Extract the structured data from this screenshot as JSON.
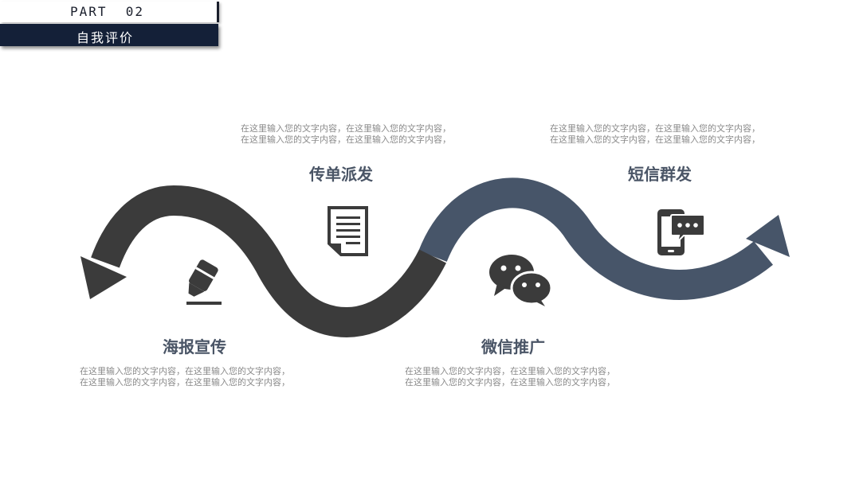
{
  "header": {
    "part": "PART  02",
    "title": "自我评价"
  },
  "colors": {
    "dark_arrow": "#3b3b3b",
    "blue_arrow": "#475569",
    "header_bg": "#142038",
    "title_text": "#4a5566",
    "desc_text": "#8a8a8a"
  },
  "steps": [
    {
      "title": "海报宣传",
      "desc_line1": "在这里输入您的文字内容，在这里输入您的文字内容，",
      "desc_line2": "在这里输入您的文字内容，在这里输入您的文字内容，",
      "icon": "marker-icon"
    },
    {
      "title": "传单派发",
      "desc_line1": "在这里输入您的文字内容，在这里输入您的文字内容，",
      "desc_line2": "在这里输入您的文字内容，在这里输入您的文字内容，",
      "icon": "document-icon"
    },
    {
      "title": "微信推广",
      "desc_line1": "在这里输入您的文字内容，在这里输入您的文字内容，",
      "desc_line2": "在这里输入您的文字内容，在这里输入您的文字内容，",
      "icon": "wechat-icon"
    },
    {
      "title": "短信群发",
      "desc_line1": "在这里输入您的文字内容，在这里输入您的文字内容，",
      "desc_line2": "在这里输入您的文字内容，在这里输入您的文字内容，",
      "icon": "mobile-message-icon"
    }
  ]
}
